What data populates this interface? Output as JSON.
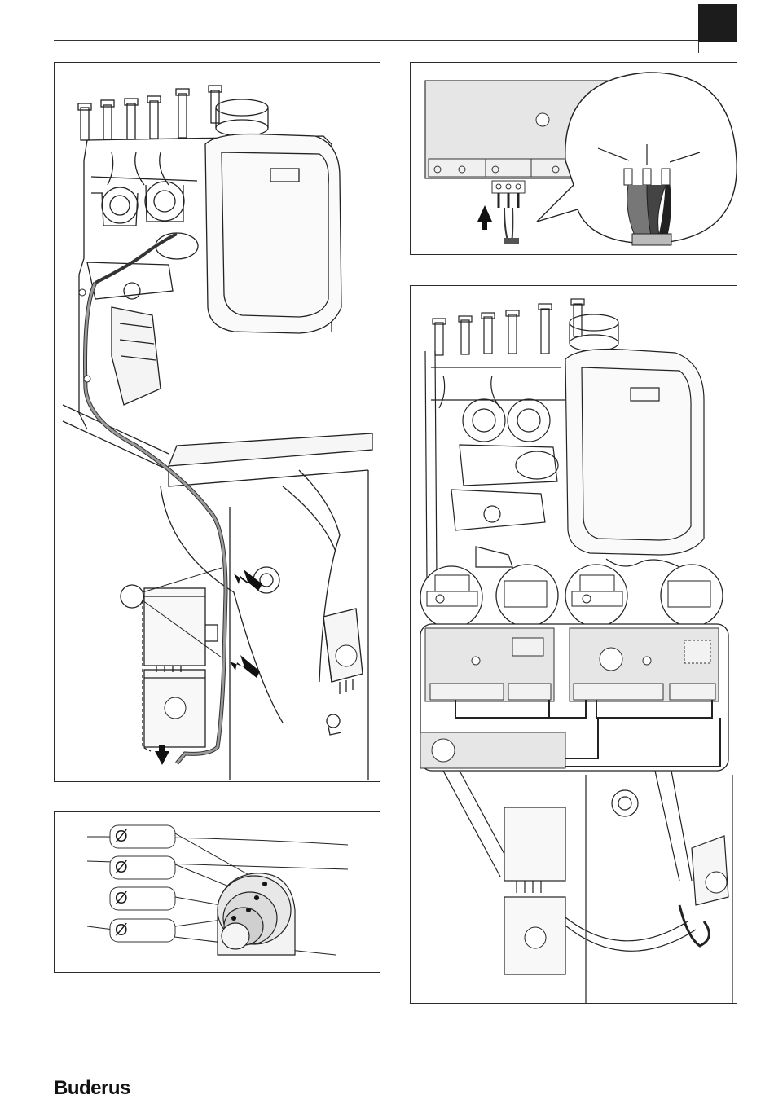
{
  "page": {
    "brand_logo": "Buderus",
    "corner_tab_color": "#1c1c1c"
  },
  "figure_diameter": {
    "markers": [
      "Ø",
      "Ø",
      "Ø",
      "Ø"
    ]
  }
}
